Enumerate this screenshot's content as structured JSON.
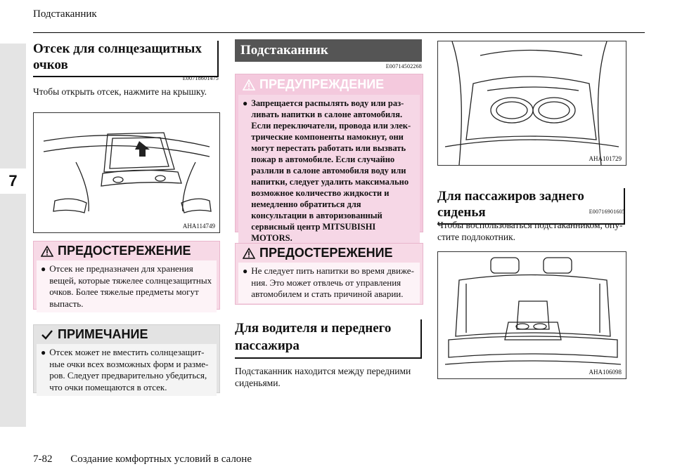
{
  "header": {
    "running_title": "Подстаканник"
  },
  "chapter_tab": "7",
  "footer": {
    "page_number": "7-82",
    "chapter_title": "Создание комфортных условий в салоне"
  },
  "col1": {
    "title": "Отсек для солнцезащитных очков",
    "code": "E00718601475",
    "text": "Чтобы открыть отсек, нажмите на крышку.",
    "figure_label": "AHA114749",
    "caution": {
      "caption": "ПРЕДОСТЕРЕЖЕНИЕ",
      "text": "Отсек не предназначен для хранения вещей, которые тяжелее солнцезащитных очков. Более тяжелые предметы могут выпасть."
    },
    "note": {
      "caption": "ПРИМЕЧАНИЕ",
      "text": "Отсек может не вместить солнцезащит­ные очки всех возможных форм и разме­ров. Следует предварительно убедиться, что очки помещаются в отсек."
    }
  },
  "col2": {
    "title": "Подстаканник",
    "code": "E00714502268",
    "warning": {
      "caption": "ПРЕДУПРЕЖДЕНИЕ",
      "text": "Запрещается распылять воду или раз­ливать напитки в салоне автомобиля. Если переключатели, провода или элек­трические компоненты намокнут, они могут перестать работать или вызвать пожар в автомобиле. Если случайно разлили в салоне авто­мобиля воду или напитки, следует уда­лить максимально возможное количество жидкости и немедленно обратиться для консультации в автори­зованный сервисный центр MITSUBISHI MOTORS."
    },
    "caution": {
      "caption": "ПРЕДОСТЕРЕЖЕНИЕ",
      "text": "Не следует пить напитки во время движе­ния. Это может отвлечь от управления автомобилем и стать причиной аварии."
    },
    "subtitle": "Для водителя и переднего пассажира",
    "subtext": "Подстаканник находится между передними сиденьями."
  },
  "col3": {
    "figure1_label": "AHA101729",
    "title": "Для пассажиров заднего сиденья",
    "code": "E00716901605",
    "text": "Чтобы воспользоваться подстаканником, опу­стите подлокотник.",
    "figure2_label": "AHA106098"
  },
  "bullet": "●",
  "icons": {
    "warning": "warning-triangle-icon",
    "note": "check-icon"
  }
}
